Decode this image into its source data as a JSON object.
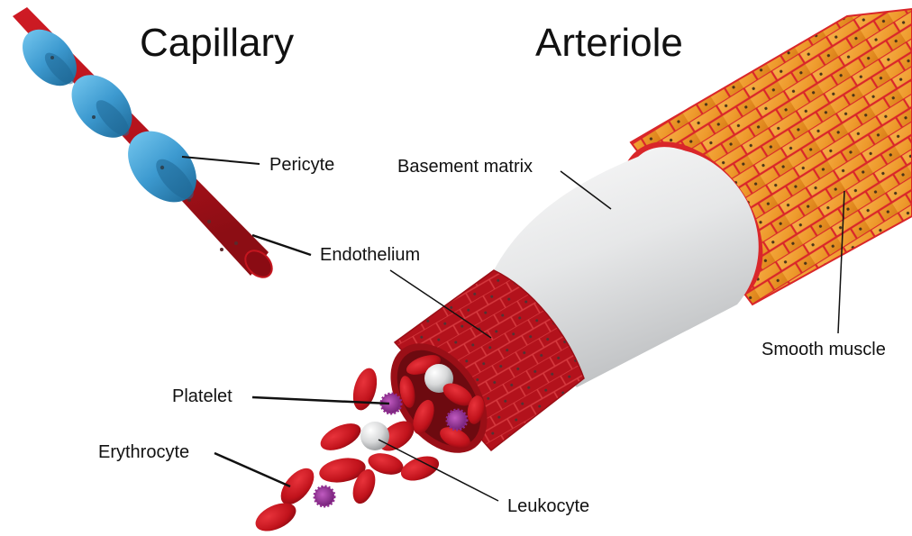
{
  "titles": {
    "capillary": "Capillary",
    "arteriole": "Arteriole"
  },
  "labels": {
    "pericyte": "Pericyte",
    "endothelium": "Endothelium",
    "basement_matrix": "Basement matrix",
    "smooth_muscle": "Smooth muscle",
    "platelet": "Platelet",
    "erythrocyte": "Erythrocyte",
    "leukocyte": "Leukocyte"
  },
  "colors": {
    "endothelium": "#b3121c",
    "endothelium_dark": "#7c0c12",
    "pericyte": "#3d9ad0",
    "smooth_muscle": "#f09a2a",
    "smooth_muscle_border": "#d9262a",
    "basement_matrix": "#e4e5e6",
    "erythrocyte": "#c8121c",
    "platelet": "#8e2a8e",
    "leukocyte": "#d4d5d6"
  }
}
